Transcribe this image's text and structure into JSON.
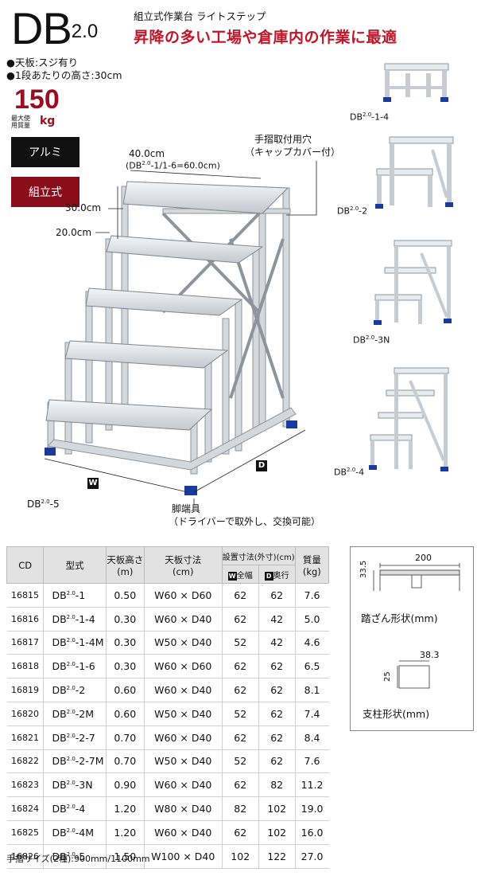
{
  "header": {
    "brand": "DB",
    "brand_version": "2.0",
    "subtitle": "組立式作業台 ライトステップ",
    "headline": "昇降の多い工場や倉庫内の作業に最適"
  },
  "specs": [
    "●天板:スジ有り",
    "●1段あたりの高さ:30cm"
  ],
  "load": {
    "value": "150",
    "label": "最大使用質量",
    "unit": "kg"
  },
  "badges": {
    "material": "アルミ",
    "assembly": "組立式"
  },
  "diagram": {
    "width_label": "40.0cm",
    "width_note_pre": "(DB",
    "width_note_sup": "2.0",
    "width_note_post": "-1/1-6=60.0cm)",
    "step_height": "30.0cm",
    "bottom_height": "20.0cm",
    "handrail_hole_1": "手摺取付用穴",
    "handrail_hole_2": "（キャップカバー付）",
    "foot_1": "脚端具",
    "foot_2": "（ドライバーで取外し、交換可能）",
    "w_tag": "W",
    "d_tag": "D",
    "main_model_pre": "DB",
    "main_model_sup": "2.0",
    "main_model_post": "-5"
  },
  "thumbnails": [
    {
      "pre": "DB",
      "sup": "2.0",
      "post": "-1-4"
    },
    {
      "pre": "DB",
      "sup": "2.0",
      "post": "-2"
    },
    {
      "pre": "DB",
      "sup": "2.0",
      "post": "-3N"
    },
    {
      "pre": "DB",
      "sup": "2.0",
      "post": "-4"
    }
  ],
  "table": {
    "headers": {
      "cd": "CD",
      "model": "型式",
      "height_1": "天板高さ",
      "height_2": "(m)",
      "top_1": "天板寸法",
      "top_2": "(cm)",
      "install": "設置寸法(外寸)(cm)",
      "w_tag": "W",
      "w_label": "全幅",
      "d_tag": "D",
      "d_label": "奥行",
      "weight_1": "質量",
      "weight_2": "(kg)"
    },
    "model_prefix": "DB",
    "model_sup": "2.0",
    "rows": [
      {
        "cd": "16815",
        "model": "-1",
        "height": "0.50",
        "top": "W60 × D60",
        "w": "62",
        "d": "62",
        "kg": "7.6"
      },
      {
        "cd": "16816",
        "model": "-1-4",
        "height": "0.30",
        "top": "W60 × D40",
        "w": "62",
        "d": "42",
        "kg": "5.0"
      },
      {
        "cd": "16817",
        "model": "-1-4M",
        "height": "0.30",
        "top": "W50 × D40",
        "w": "52",
        "d": "42",
        "kg": "4.6"
      },
      {
        "cd": "16818",
        "model": "-1-6",
        "height": "0.30",
        "top": "W60 × D60",
        "w": "62",
        "d": "62",
        "kg": "6.5"
      },
      {
        "cd": "16819",
        "model": "-2",
        "height": "0.60",
        "top": "W60 × D40",
        "w": "62",
        "d": "62",
        "kg": "8.1"
      },
      {
        "cd": "16820",
        "model": "-2M",
        "height": "0.60",
        "top": "W50 × D40",
        "w": "52",
        "d": "62",
        "kg": "7.4"
      },
      {
        "cd": "16821",
        "model": "-2-7",
        "height": "0.70",
        "top": "W60 × D40",
        "w": "62",
        "d": "62",
        "kg": "8.4"
      },
      {
        "cd": "16822",
        "model": "-2-7M",
        "height": "0.70",
        "top": "W50 × D40",
        "w": "52",
        "d": "62",
        "kg": "7.6"
      },
      {
        "cd": "16823",
        "model": "-3N",
        "height": "0.90",
        "top": "W60 × D40",
        "w": "62",
        "d": "82",
        "kg": "11.2"
      },
      {
        "cd": "16824",
        "model": "-4",
        "height": "1.20",
        "top": "W80 × D40",
        "w": "82",
        "d": "102",
        "kg": "19.0"
      },
      {
        "cd": "16825",
        "model": "-4M",
        "height": "1.20",
        "top": "W60 × D40",
        "w": "62",
        "d": "102",
        "kg": "16.0"
      },
      {
        "cd": "16826",
        "model": "-5",
        "height": "1.50",
        "top": "W100 × D40",
        "w": "102",
        "d": "122",
        "kg": "27.0"
      }
    ]
  },
  "footnote": "手摺サイズ(2種):900mm/1100mm",
  "profiles": {
    "tread_width": "200",
    "tread_height": "33.5",
    "tread_label": "踏ざん形状(mm)",
    "post_width": "38.3",
    "post_height": "25",
    "post_label": "支柱形状(mm)"
  },
  "colors": {
    "accent_red": "#c0162a",
    "dark_red": "#8a0d1b",
    "black": "#111111",
    "foot_blue": "#1a3a9c",
    "aluminum": "#c8ccd2"
  }
}
